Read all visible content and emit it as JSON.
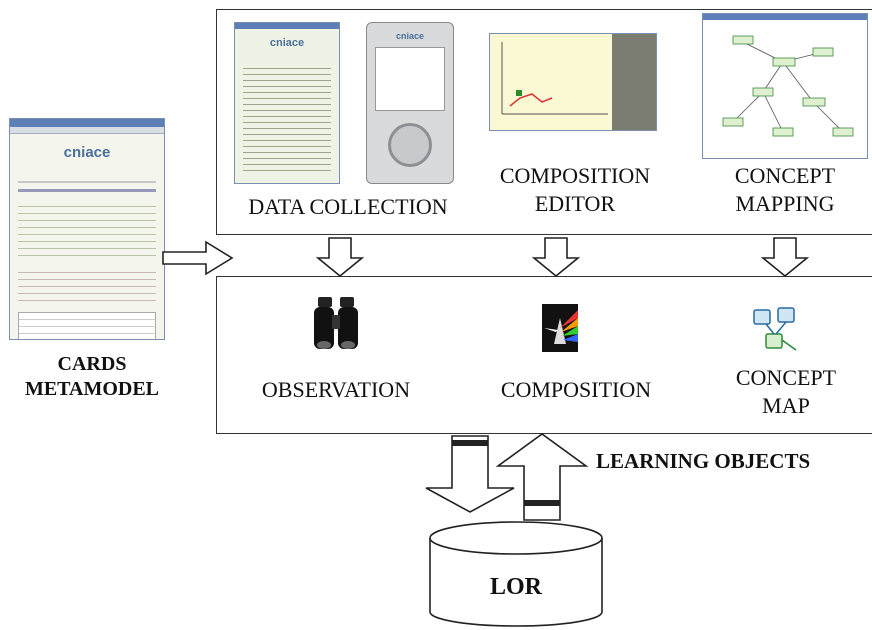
{
  "metamodel": {
    "line1": "CARDS",
    "line2": "METAMODEL"
  },
  "tools": {
    "data_collection": "DATA COLLECTION",
    "composition_editor": {
      "line1": "COMPOSITION",
      "line2": "EDITOR"
    },
    "concept_mapping": {
      "line1": "CONCEPT",
      "line2": "MAPPING"
    }
  },
  "objects": {
    "observation": "OBSERVATION",
    "composition": "COMPOSITION",
    "concept_map": {
      "line1": "CONCEPT",
      "line2": "MAP"
    }
  },
  "learning_objects": "LEARNING OBJECTS",
  "repository": "LOR",
  "thumb_logo": "cniace",
  "colors": {
    "border": "#333333",
    "screen_blue": "#7b8fb0",
    "screen_bg": "#eef3e6"
  }
}
